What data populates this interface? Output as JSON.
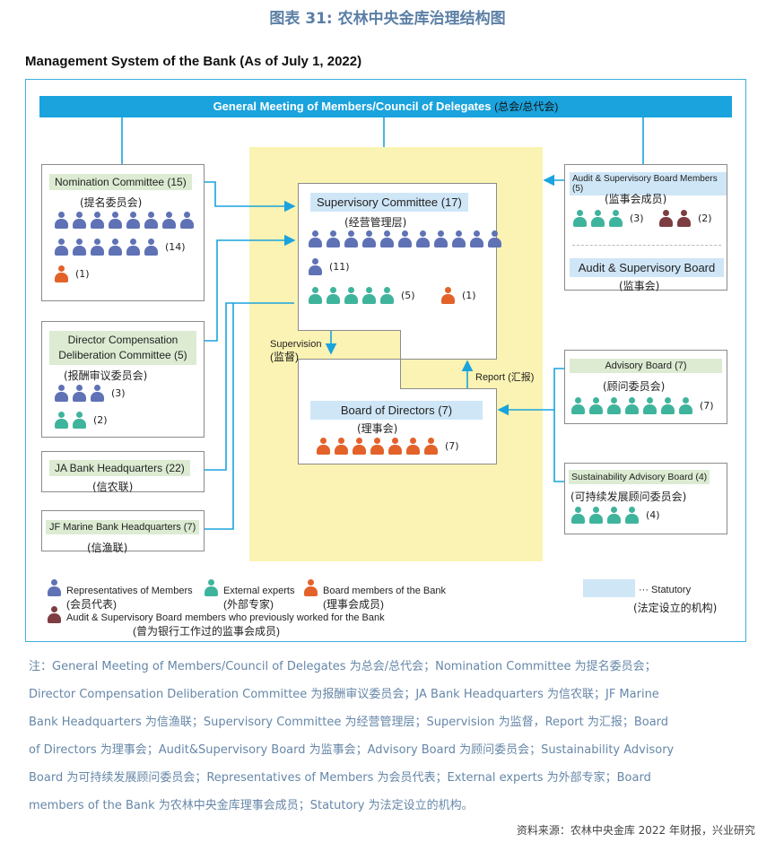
{
  "figure_title": "图表 31: 农林中央金库治理结构图",
  "subtitle": "Management System of the Bank (As of July 1, 2022)",
  "general_meeting": {
    "en": "General Meeting of Members/Council of Delegates",
    "zh": "(总会/总代会)"
  },
  "nomination": {
    "en": "Nomination Committee",
    "count": "(15)",
    "zh": "(提名委员会)",
    "row1": 8,
    "row2": 6,
    "row2_count": "(14)",
    "brd": 1,
    "brd_count": "(1)"
  },
  "compensation": {
    "en1": "Director Compensation",
    "en2": "Deliberation Committee (5)",
    "zh": "(报酬审议委员会)",
    "rep": 3,
    "rep_count": "(3)",
    "ext": 2,
    "ext_count": "(2)"
  },
  "ja_bank": {
    "en": "JA Bank Headquarters (22)",
    "zh": "(信农联)"
  },
  "jf_bank": {
    "en": "JF Marine Bank Headquarters (7)",
    "zh": "(信渔联)"
  },
  "supervisory": {
    "en": "Supervisory Committee (17)",
    "zh": "(经营管理层)",
    "rep_row": 11,
    "rep_single": 1,
    "rep_count": "(11)",
    "ext": 5,
    "ext_count": "(5)",
    "brd": 1,
    "brd_count": "(1)"
  },
  "supervision_label": {
    "en": "Supervision",
    "zh": "(监督)"
  },
  "report_label": "Report (汇报)",
  "board": {
    "en": "Board of Directors (7)",
    "zh": "(理事会)",
    "brd": 7,
    "brd_count": "(7)"
  },
  "audit_members": {
    "en": "Audit & Supervisory Board Members (5)",
    "zh": "(监事会成员)",
    "ext": 3,
    "ext_count": "(3)",
    "aud": 2,
    "aud_count": "(2)"
  },
  "audit_board": {
    "en": "Audit & Supervisory Board",
    "zh": "(监事会)"
  },
  "advisory": {
    "en": "Advisory Board (7)",
    "zh": "(顾问委员会)",
    "ext": 7,
    "ext_count": "(7)"
  },
  "sustainability": {
    "en": "Sustainability Advisory Board (4)",
    "zh": "(可持续发展顾问委员会)",
    "ext": 4,
    "ext_count": "(4)"
  },
  "legend": {
    "rep_en": "Representatives of Members",
    "rep_zh": "(会员代表)",
    "ext_en": "External experts",
    "ext_zh": "(外部专家)",
    "brd_en": "Board members of the Bank",
    "brd_zh": "(理事会成员)",
    "aud_en": "Audit & Supervisory Board members who previously worked for the Bank",
    "aud_zh": "(曾为银行工作过的监事会成员)",
    "statutory_en": "··· Statutory",
    "statutory_zh": "(法定设立的机构)"
  },
  "colors": {
    "rep": "#5f72b6",
    "ext": "#3fb49c",
    "brd": "#e3622a",
    "aud": "#7d3d43",
    "arrow": "#1aa3dd"
  },
  "notes": [
    "注：General Meeting of Members/Council of Delegates 为总会/总代会；Nomination Committee 为提名委员会；",
    "Director Compensation Deliberation Committee 为报酬审议委员会；JA Bank Headquarters 为信农联；JF Marine",
    "Bank Headquarters 为信渔联；Supervisory Committee 为经营管理层；Supervision 为监督，Report 为汇报；Board",
    "of Directors 为理事会；Audit&Supervisory Board 为监事会；Advisory Board 为顾问委员会；Sustainability Advisory",
    "Board 为可持续发展顾问委员会；Representatives of Members 为会员代表；External experts 为外部专家；Board",
    "members of the Bank 为农林中央金库理事会成员；Statutory 为法定设立的机构。"
  ],
  "source": "资料来源：农林中央金库 2022 年财报，兴业研究"
}
